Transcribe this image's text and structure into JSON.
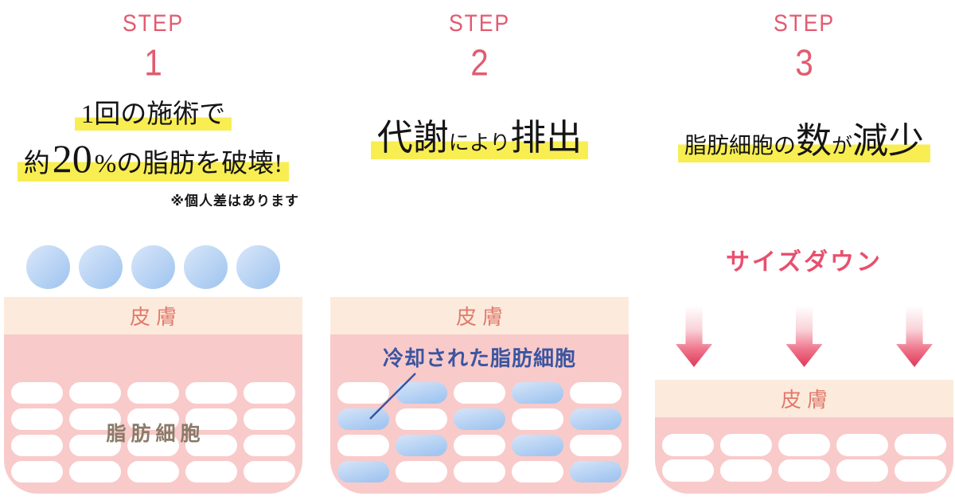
{
  "colors": {
    "accent_pink": "#e25b70",
    "highlight_yellow": "#f8ee52",
    "heading_black": "#151515",
    "skin_band": "#fcebdc",
    "skin_text": "#e07a6c",
    "fat_pink": "#f9caca",
    "cell_white": "#ffffff",
    "cell_blue_light": "#d6e5f9",
    "cell_blue_dark": "#a2c6f0",
    "cooled_navy": "#3a55a0",
    "fat_label_taupe": "#8a7b69",
    "size_down_pink": "#e8506e",
    "arrow_crimson": "#e2415f"
  },
  "steps": [
    {
      "step_label": "STEP",
      "step_number": "1",
      "headline_lines": [
        [
          {
            "t": "1回の施術で",
            "s": "md"
          }
        ],
        [
          {
            "t": "約",
            "s": "md"
          },
          {
            "t": "20",
            "s": "xl"
          },
          {
            "t": "%の脂肪を破壊!",
            "s": "md"
          }
        ]
      ],
      "note": "※個人差はあります",
      "panel": {
        "applicator_circles": 5,
        "skin_label": "皮膚",
        "fat_label": "脂肪細胞",
        "cell_rows": [
          [
            "w",
            "w",
            "w",
            "w",
            "w"
          ],
          [
            "w",
            "w",
            "w",
            "w",
            "w"
          ],
          [
            "w",
            "w",
            "w",
            "w",
            "w"
          ],
          [
            "w",
            "w",
            "w",
            "w",
            "w"
          ]
        ]
      }
    },
    {
      "step_label": "STEP",
      "step_number": "2",
      "headline_lines": [
        [
          {
            "t": "代謝",
            "s": "lg"
          },
          {
            "t": "により",
            "s": "sm"
          },
          {
            "t": "排出",
            "s": "lg"
          }
        ]
      ],
      "panel": {
        "skin_label": "皮膚",
        "cooled_label": "冷却された脂肪細胞",
        "cell_rows": [
          [
            "w",
            "b",
            "w",
            "b",
            "w"
          ],
          [
            "b",
            "w",
            "b",
            "w",
            "b"
          ],
          [
            "w",
            "b",
            "w",
            "b",
            "w"
          ],
          [
            "b",
            "w",
            "w",
            "w",
            "b"
          ]
        ]
      }
    },
    {
      "step_label": "STEP",
      "step_number": "3",
      "headline_lines": [
        [
          {
            "t": "脂肪細胞の",
            "s": "sm2"
          },
          {
            "t": "数",
            "s": "lg"
          },
          {
            "t": "が",
            "s": "sm"
          },
          {
            "t": "減少",
            "s": "lg"
          }
        ]
      ],
      "panel": {
        "size_down_label": "サイズダウン",
        "arrow_count": 3,
        "skin_label": "皮膚",
        "cell_rows": [
          [
            "w",
            "w",
            "w",
            "w",
            "w"
          ],
          [
            "w",
            "w",
            "w",
            "w",
            "w"
          ]
        ]
      }
    }
  ]
}
